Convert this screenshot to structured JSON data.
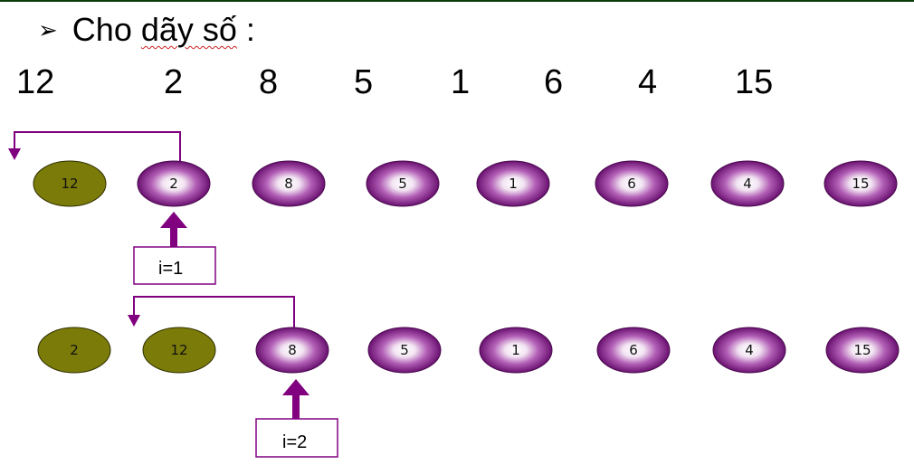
{
  "heading": {
    "bullet": "➢",
    "text_plain": "Cho ",
    "text_marked": "dãy số",
    "text_end": " :"
  },
  "sequence": [
    "12",
    "2",
    "8",
    "5",
    "1",
    "6",
    "4",
    "15"
  ],
  "colors": {
    "sorted": "#7b7b0a",
    "unsorted": "#7a1d7e",
    "arrow": "#800080",
    "rule": "#0b3d0b"
  },
  "steps": [
    {
      "balls": [
        "12",
        "2",
        "8",
        "5",
        "1",
        "6",
        "4",
        "15"
      ],
      "sorted_count": 1,
      "pointer_label": "i=1"
    },
    {
      "balls": [
        "2",
        "12",
        "8",
        "5",
        "1",
        "6",
        "4",
        "15"
      ],
      "sorted_count": 2,
      "pointer_label": "i=2"
    }
  ]
}
